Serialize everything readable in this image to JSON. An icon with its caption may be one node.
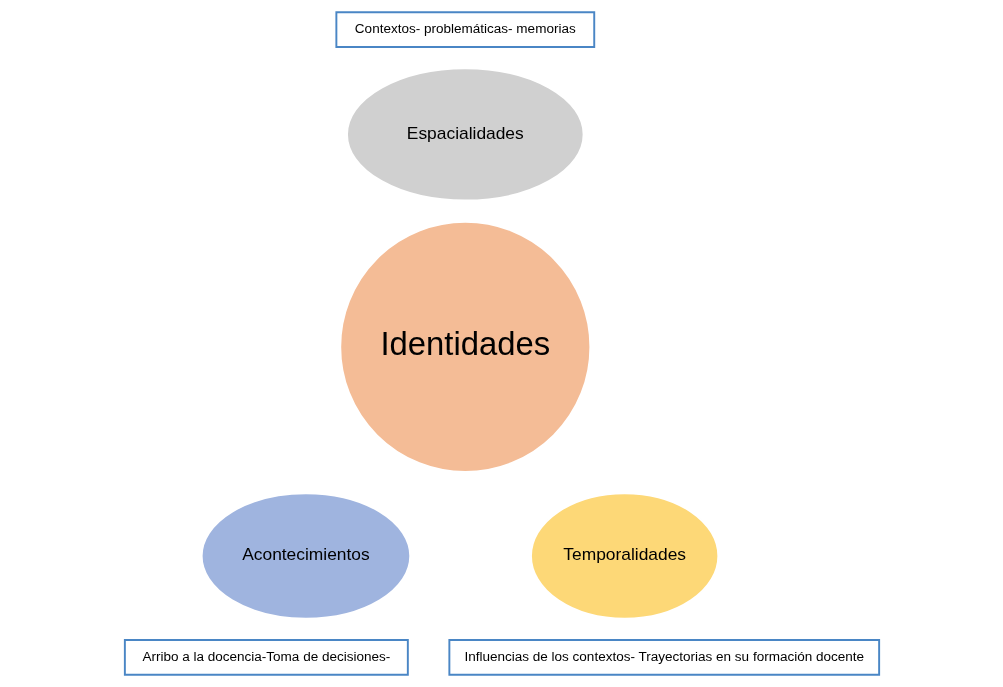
{
  "diagram": {
    "nodes": [
      {
        "text": [
          "Contextos- problemáticas- memorias"
        ]
      },
      {
        "text": [
          "Espacialidades"
        ]
      },
      {
        "text": [
          "Identidades"
        ]
      },
      {
        "text": [
          "Acontecimientos"
        ]
      },
      {
        "text": [
          "Temporalidades"
        ]
      },
      {
        "text": [
          "Arribo a la docencia-Toma de decisiones-"
        ]
      },
      {
        "text": [
          "Influencias de los contextos- Trayectorias en su formación docente"
        ]
      }
    ],
    "edges": []
  }
}
